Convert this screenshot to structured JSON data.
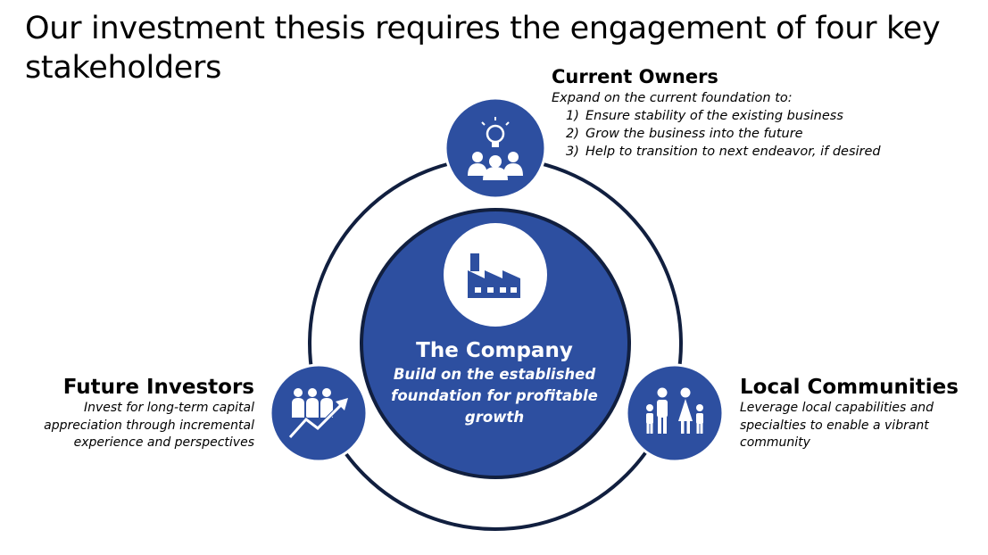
{
  "title": "Our investment thesis requires the engagement of four key stakeholders",
  "center": {
    "heading": "The Company",
    "description": "Build on the established foundation for profitable growth",
    "icon": "factory-icon"
  },
  "stakeholders": {
    "owners": {
      "heading": "Current Owners",
      "intro": "Expand on the current foundation to:",
      "items": [
        {
          "num": "1)",
          "text": "Ensure stability of the existing business"
        },
        {
          "num": "2)",
          "text": "Grow the business into the future"
        },
        {
          "num": "3)",
          "text": "Help to transition to next endeavor, if desired"
        }
      ],
      "icon": "lightbulb-team-icon"
    },
    "investors": {
      "heading": "Future Investors",
      "description": "Invest for long-term capital appreciation through incremental experience and perspectives",
      "icon": "growth-team-icon"
    },
    "communities": {
      "heading": "Local Communities",
      "description": "Leverage local capabilities and specialties to enable a vibrant community",
      "icon": "family-icon"
    }
  },
  "colors": {
    "primary": "#2d4fa0",
    "ring": "#111f3f",
    "text": "#000000",
    "icon": "#ffffff"
  }
}
